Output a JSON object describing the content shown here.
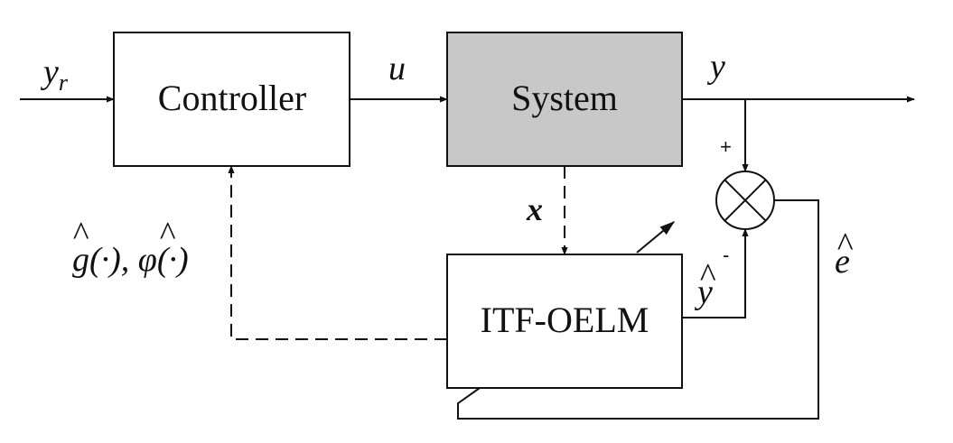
{
  "blocks": {
    "controller": "Controller",
    "system": "System",
    "model": "ITF-OELM"
  },
  "signals": {
    "reference": "y",
    "reference_sub": "r",
    "control": "u",
    "output": "y",
    "state": "x",
    "estimate_output": "y",
    "estimate_error": "e",
    "estimated_functions": "g(·), φ(·)"
  },
  "junction_signs": {
    "plus": "+",
    "minus": "-"
  },
  "colors": {
    "system_fill": "#c8c8c8",
    "stroke": "#111111"
  }
}
